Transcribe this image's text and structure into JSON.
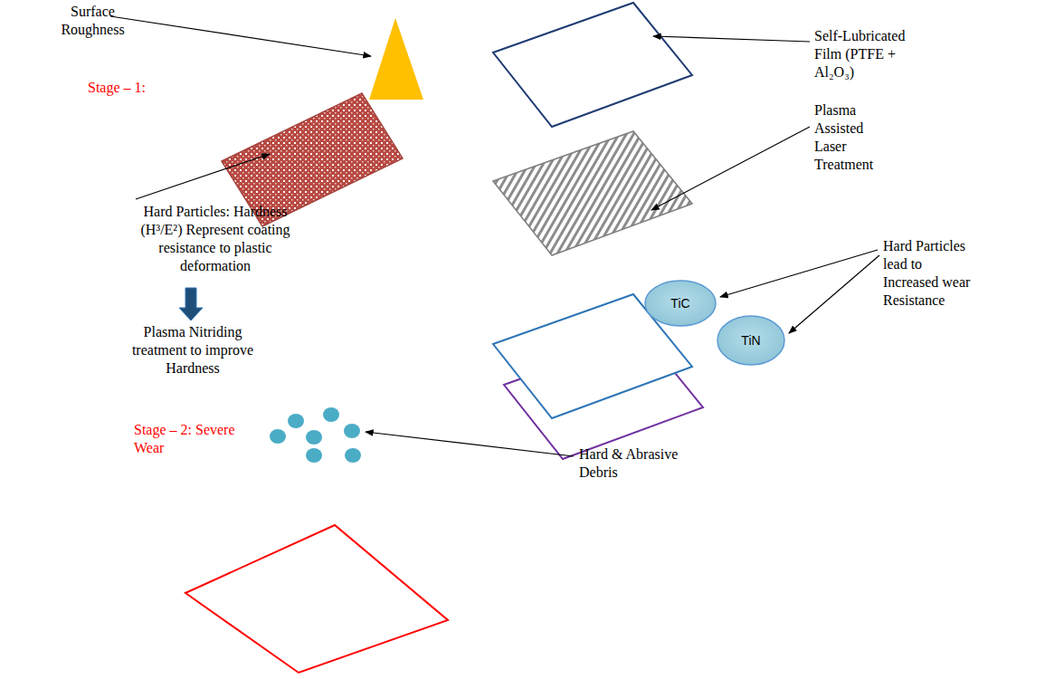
{
  "diagram": {
    "nodes": [
      {
        "text": [
          "TiC"
        ]
      },
      {
        "text": [
          "TiN"
        ]
      }
    ],
    "labels": [
      "Surface Roughness",
      "Stage – 1:",
      "Hard Particles: Hardness (H³/E²) Represent coating resistance to plastic deformation",
      "Plasma Nitriding treatment to improve Hardness",
      "Stage – 2: Severe Wear",
      "Self-Lubricated Film (PTFE + Al₂O₃)",
      "Plasma Assisted Laser Treatment",
      "Hard Particles lead to Increased wear Resistance",
      "Hard & Abrasive Debris"
    ]
  }
}
